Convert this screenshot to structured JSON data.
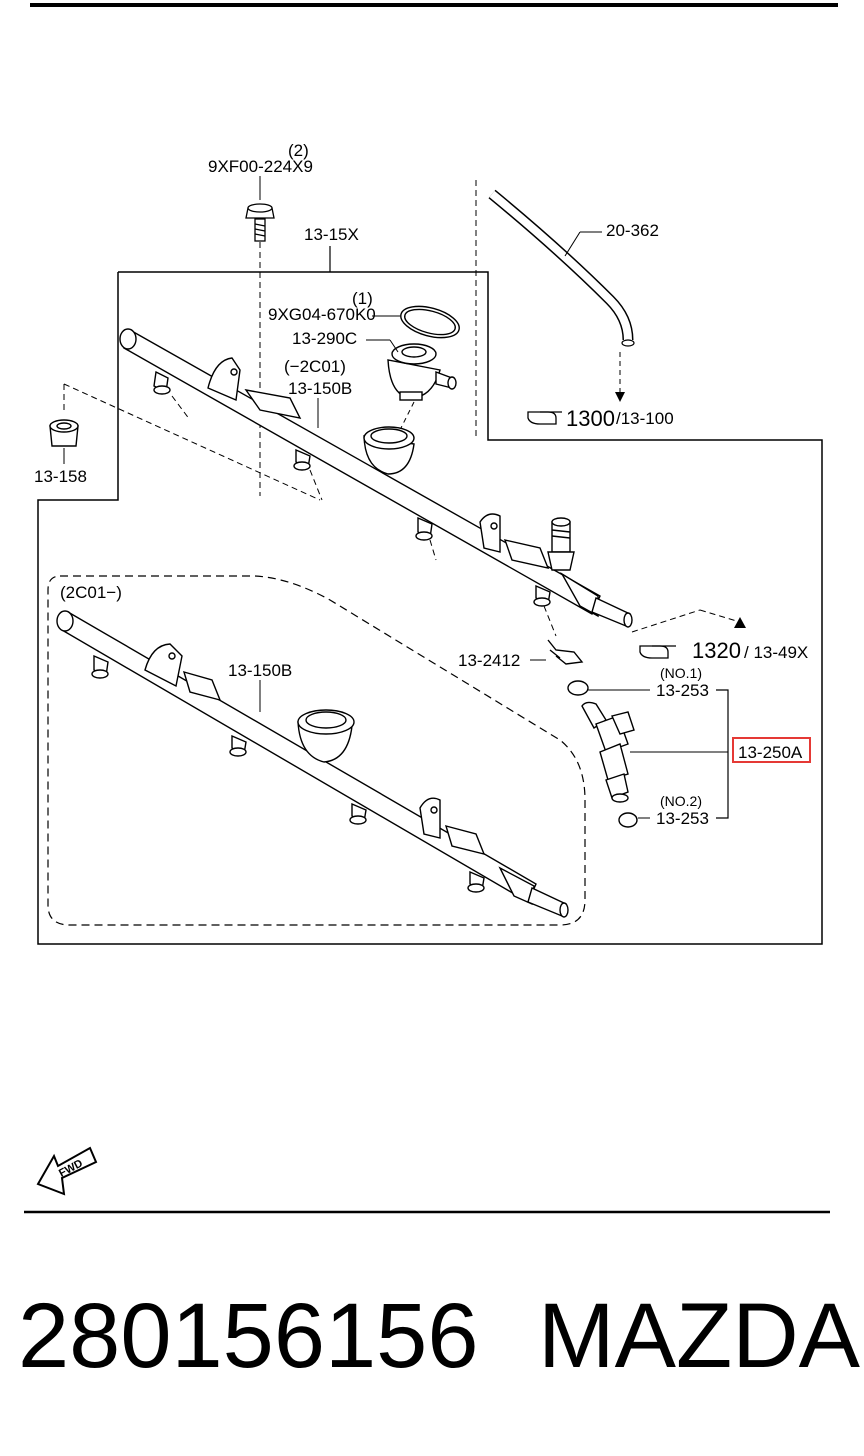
{
  "callouts": {
    "bolt_qty": "(2)",
    "bolt_part": "9XF00-224X9",
    "assembly": "13-15X",
    "hose": "20-362",
    "ring_qty": "(1)",
    "ring_part": "9XG04-670K0",
    "regulator": "13-290C",
    "rail_upper_range": "(−2C01)",
    "rail_upper": "13-150B",
    "ref_1300": "1300",
    "ref_1300_sub": "/13-100",
    "cap": "13-158",
    "rail_lower_range": "(2C01−)",
    "rail_lower": "13-150B",
    "clip": "13-2412",
    "ref_1320": "1320",
    "ref_1320_sub": "/ 13-49X",
    "no1": "(NO.1)",
    "oring_top": "13-253",
    "injector": "13-250A",
    "no2": "(NO.2)",
    "oring_bottom": "13-253",
    "fwd": "FWD"
  },
  "highlight_color": "#e53935",
  "footer": {
    "part_number": "280156156",
    "brand": "MAZDA"
  }
}
